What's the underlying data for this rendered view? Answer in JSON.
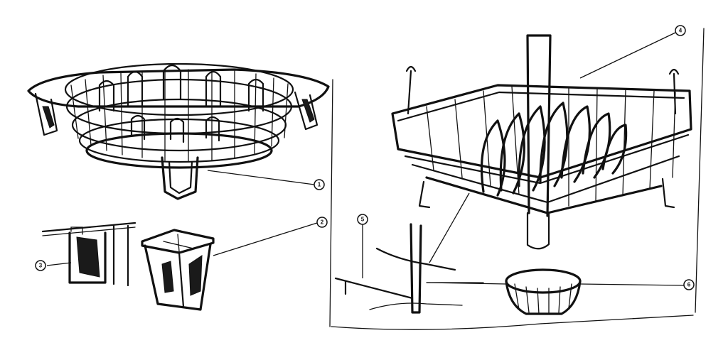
{
  "callouts": [
    {
      "id": "callout-1",
      "label": "1"
    },
    {
      "id": "callout-2",
      "label": "2"
    },
    {
      "id": "callout-3",
      "label": "3"
    },
    {
      "id": "callout-4",
      "label": "4"
    },
    {
      "id": "callout-5",
      "label": "5"
    },
    {
      "id": "callout-6",
      "label": "6"
    }
  ],
  "parts": {
    "round_rack": "round-wire-basket",
    "cup_basket": "silverware-cup",
    "small_hook": "hook-clip",
    "square_rack": "square-plate-rack",
    "spray_column": "wash-arm-column",
    "bowl_insert": "round-bowl-insert"
  },
  "colors": {
    "ink": "#111111",
    "paper": "#ffffff"
  }
}
